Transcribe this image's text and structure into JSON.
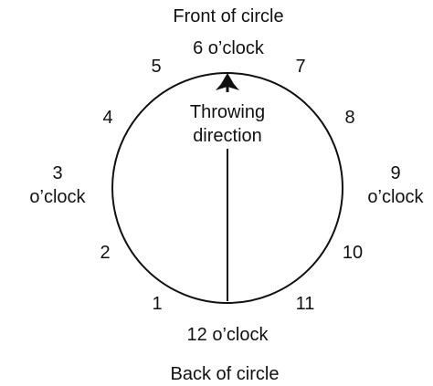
{
  "title_top": "Front of circle",
  "title_bottom": "Back of circle",
  "positions": {
    "p6": "6 o’clock",
    "p12": "12 o’clock",
    "p3_line1": "3",
    "p3_line2": "o’clock",
    "p9_line1": "9",
    "p9_line2": "o’clock",
    "p1": "1",
    "p2": "2",
    "p4": "4",
    "p5": "5",
    "p7": "7",
    "p8": "8",
    "p10": "10",
    "p11": "11"
  },
  "arrow_label_line1": "Throwing",
  "arrow_label_line2": "direction",
  "colors": {
    "stroke": "#111111",
    "background": "#ffffff"
  }
}
